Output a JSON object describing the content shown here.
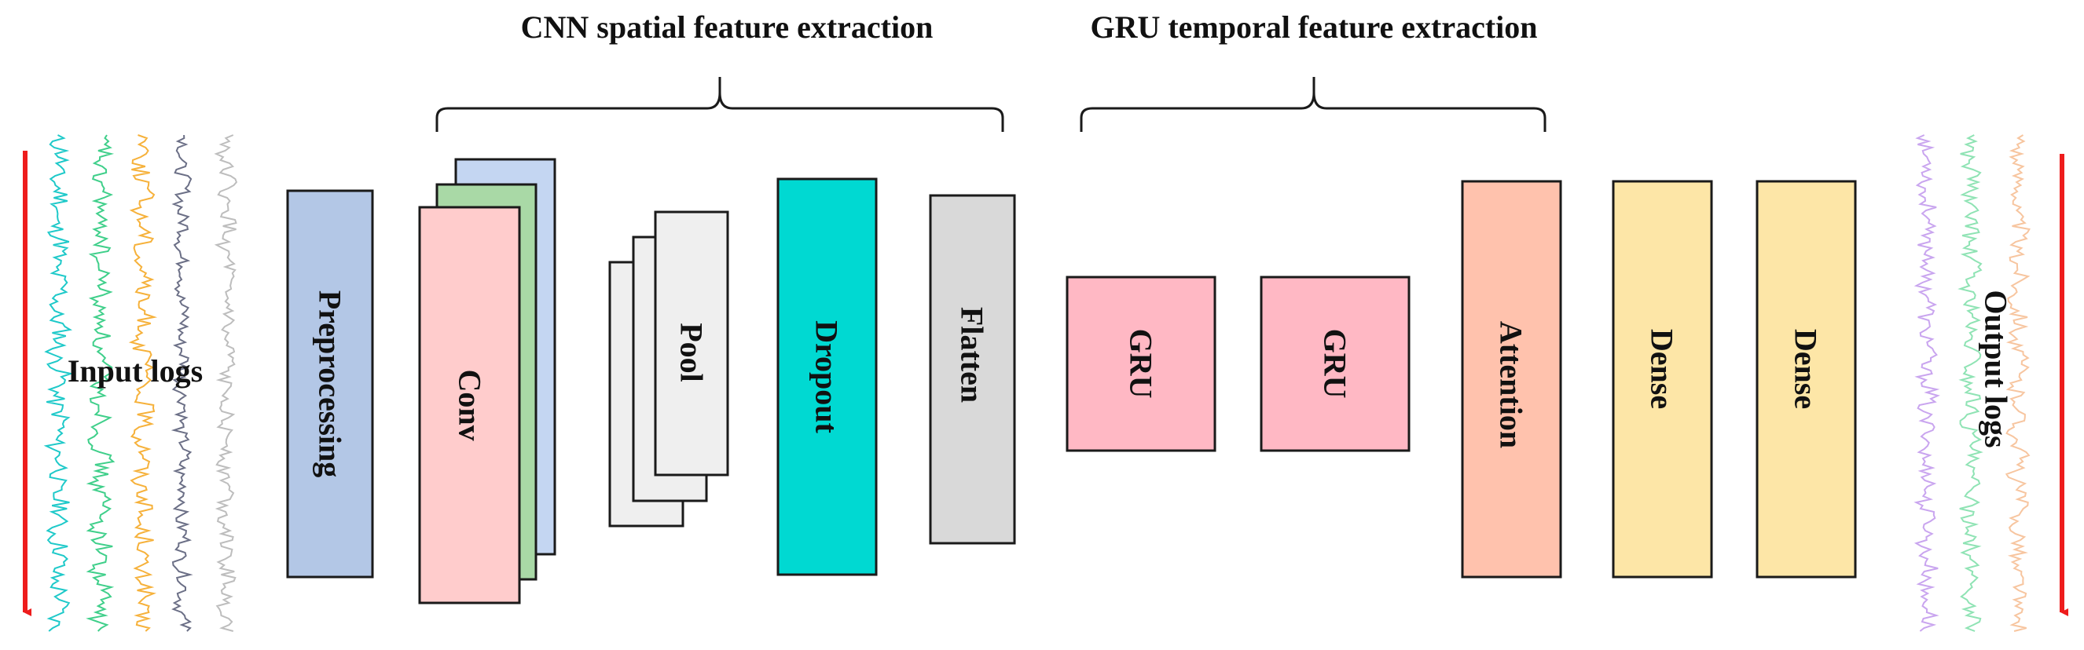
{
  "sections": {
    "cnn": "CNN spatial feature extraction",
    "gru": "GRU temporal feature extraction"
  },
  "labels": {
    "input": "Input logs",
    "output": "Output logs",
    "preprocessing": "Preprocessing",
    "conv": "Conv",
    "pool": "Pool",
    "dropout": "Dropout",
    "flatten": "Flatten",
    "gru1": "GRU",
    "gru2": "GRU",
    "attention": "Attention",
    "dense1": "Dense",
    "dense2": "Dense"
  },
  "colors": {
    "preprocessing": "#b3c7e6",
    "conv_front": "#ffcccc",
    "conv_middle": "#a9d9a6",
    "conv_back": "#c4d6f2",
    "pool": "#efefef",
    "dropout": "#00d9d2",
    "flatten": "#d9d9d9",
    "gru": "#ffb8c4",
    "attention": "#ffc2ad",
    "dense": "#fde6a7",
    "arrow": "#ee1c1c",
    "input_traces": [
      "#1ec9c9",
      "#3fcf8a",
      "#f6b13a",
      "#6b6f86",
      "#bdbdbd"
    ],
    "output_traces": [
      "#c9a5ef",
      "#8fe3b4",
      "#f7c59f"
    ]
  },
  "icons": {
    "input_arrow": "down-arrow-icon",
    "output_arrow": "down-arrow-icon"
  }
}
